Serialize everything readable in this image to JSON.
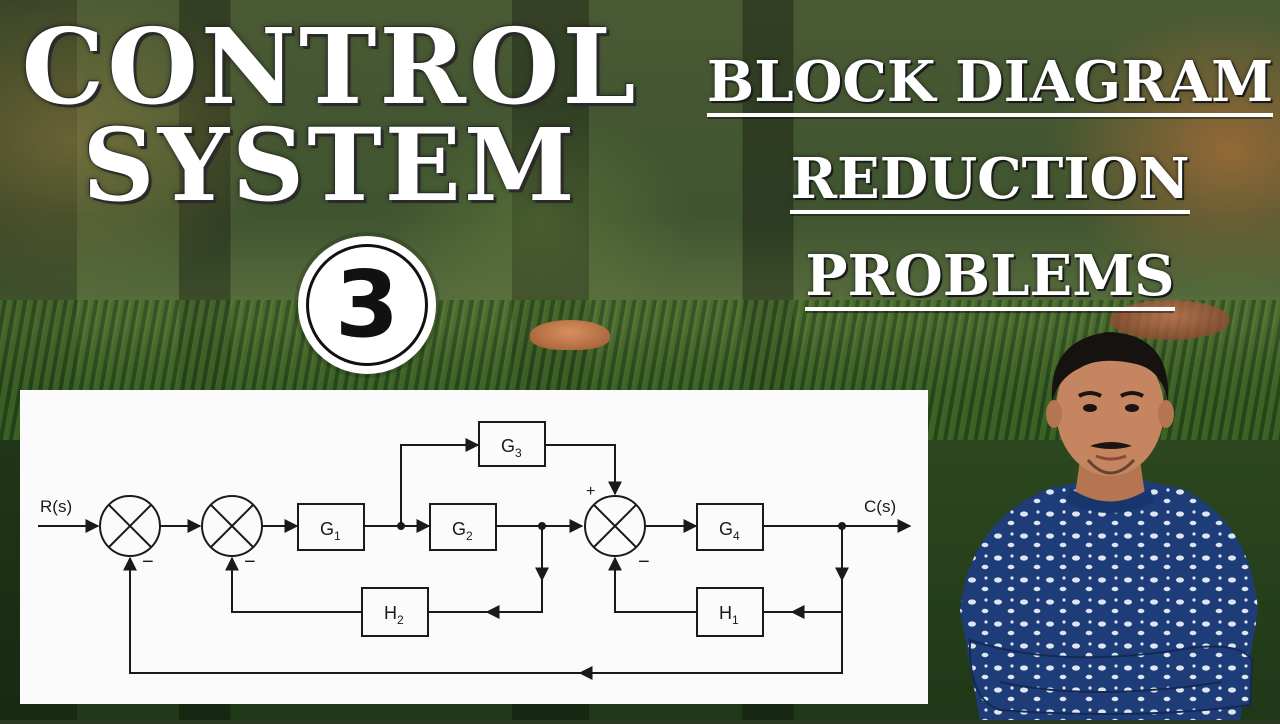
{
  "header": {
    "main_title_line1": "CONTROL",
    "main_title_line2": "SYSTEM",
    "episode_number": "3",
    "subtitle_line1": "BLOCK DIAGRAM",
    "subtitle_line2": "REDUCTION",
    "subtitle_line3": "PROBLEMS"
  },
  "diagram": {
    "input_label": "R(s)",
    "output_label": "C(s)",
    "blocks": {
      "g1": "G",
      "g1_sub": "1",
      "g2": "G",
      "g2_sub": "2",
      "g3": "G",
      "g3_sub": "3",
      "g4": "G",
      "g4_sub": "4",
      "h1": "H",
      "h1_sub": "1",
      "h2": "H",
      "h2_sub": "2"
    },
    "signs": {
      "s1_minus": "−",
      "s2_minus": "−",
      "s3_plus": "+",
      "s3_minus": "−"
    }
  },
  "colors": {
    "title_text": "#ffffff",
    "diagram_background": "#fbfbfb",
    "diagram_ink": "#1a1a1a",
    "shirt": "#1d3c78"
  }
}
